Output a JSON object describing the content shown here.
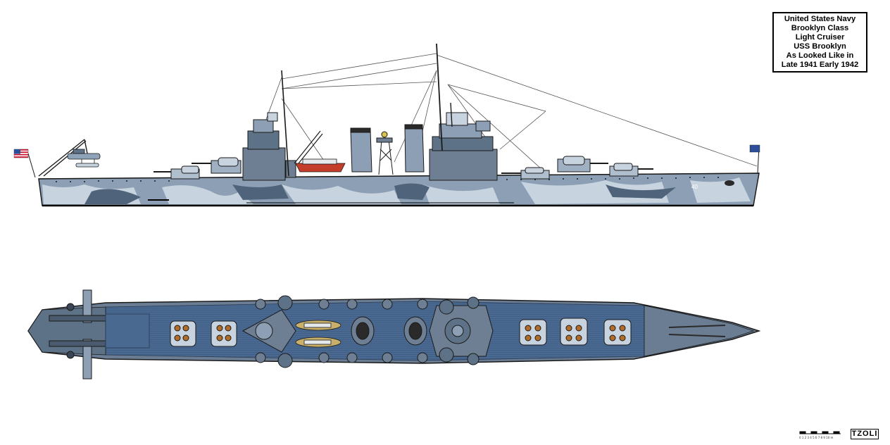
{
  "title_box": {
    "lines": [
      "United States Navy",
      "Brooklyn Class",
      "Light Cruiser",
      "USS Brooklyn",
      "As Looked Like in",
      "Late 1941 Early 1942"
    ]
  },
  "hull_number": "40",
  "artist_mark": "TZOLI",
  "scale_label": "0 1 2 3 4 5 6 7 8 9 10 m",
  "colors": {
    "hull_dark": "#5d7187",
    "hull_light": "#c7d3df",
    "deck_blue": "#4a6991",
    "superstructure": "#6e7f93",
    "boat_red": "#c33d2a",
    "flag_blue": "#2d4f9a"
  }
}
